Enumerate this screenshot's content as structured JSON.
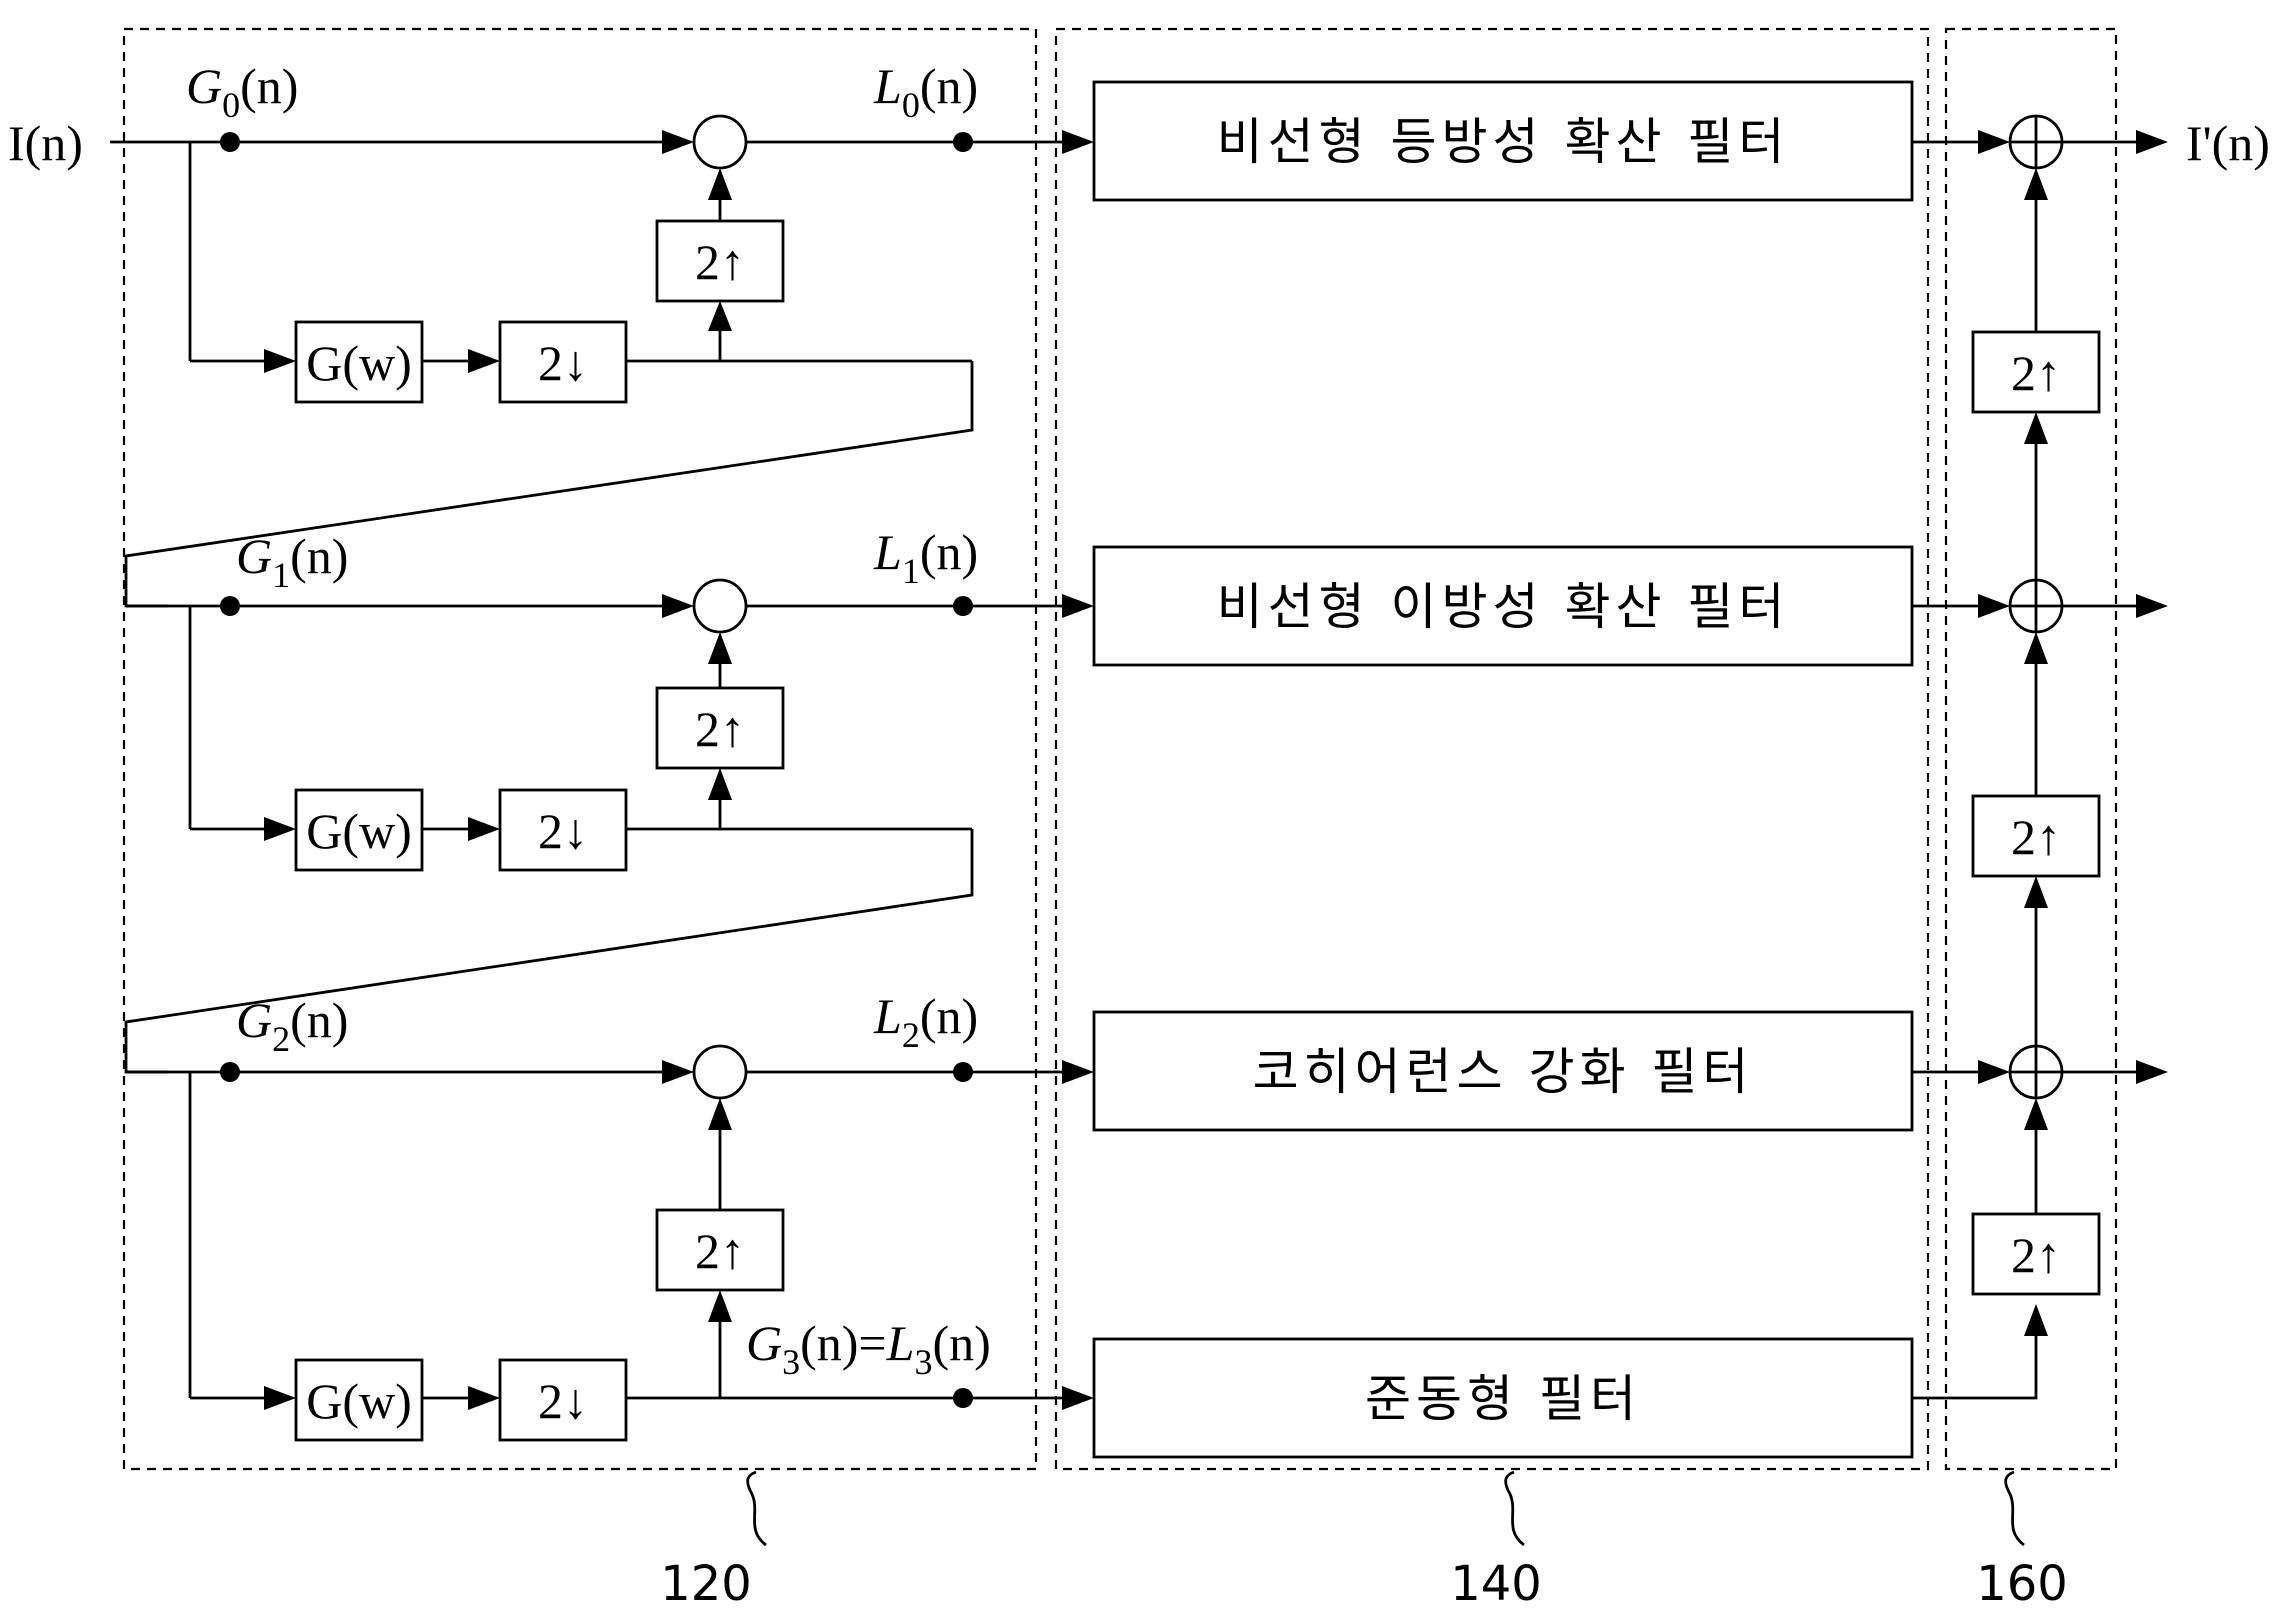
{
  "input_label": "I(n)",
  "output_label": "I'(n)",
  "levels": [
    {
      "g_label": "G",
      "g_index": "0",
      "l_label": "L",
      "l_index": "0"
    },
    {
      "g_label": "G",
      "g_index": "1",
      "l_label": "L",
      "l_index": "1"
    },
    {
      "g_label": "G",
      "g_index": "2",
      "l_label": "L",
      "l_index": "2"
    }
  ],
  "final_level": {
    "g_label": "G",
    "g_index": "3",
    "equals": "=",
    "l_label": "L",
    "l_index": "3"
  },
  "arg": "(n)",
  "blocks": {
    "gaussian": "G(w)",
    "downsample": "2↓",
    "upsample": "2↑"
  },
  "filters": [
    "비선형 등방성 확산 필터",
    "비선형 이방성 확산 필터",
    "코히어런스 강화 필터",
    "준동형 필터"
  ],
  "reference_numerals": [
    "120",
    "140",
    "160"
  ]
}
